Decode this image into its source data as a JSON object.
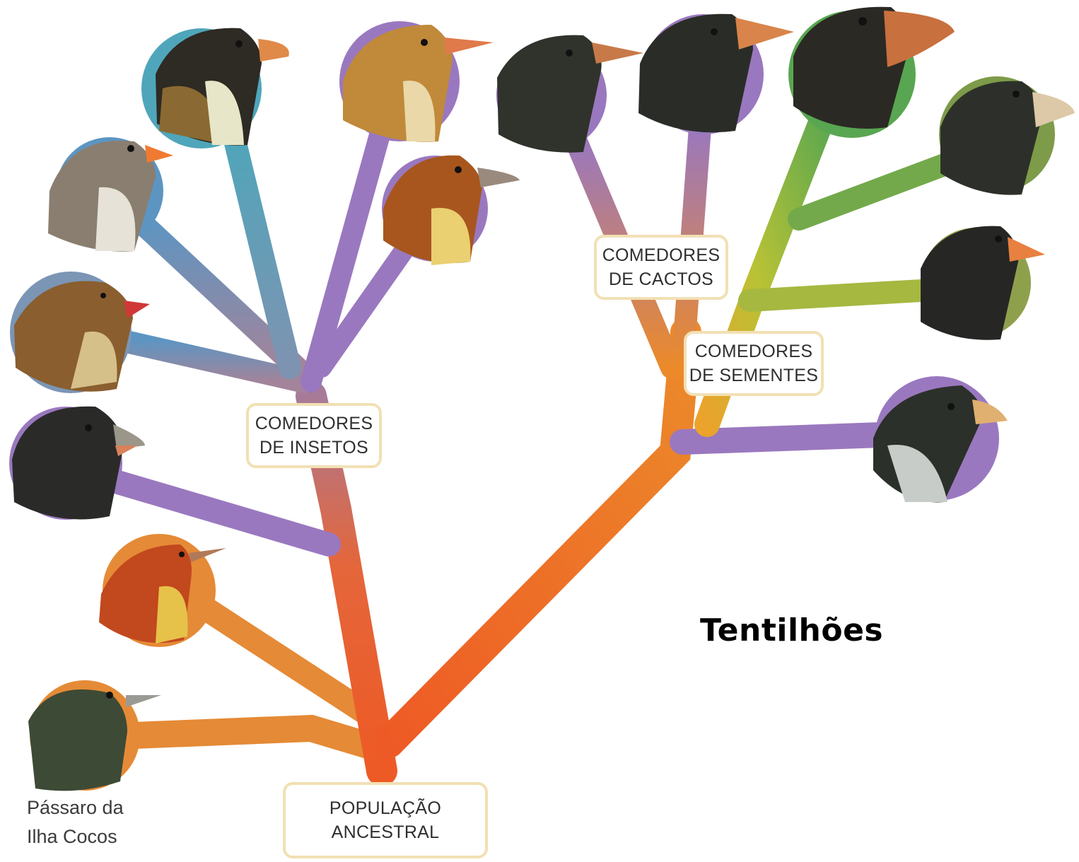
{
  "title": "Tentilhões",
  "labels": {
    "ancestral": [
      "POPULAÇÃO",
      "ANCESTRAL"
    ],
    "insetos": [
      "COMEDORES",
      "DE INSETOS"
    ],
    "cactos": [
      "COMEDORES",
      "DE CACTOS"
    ],
    "sementes": [
      "COMEDORES",
      "DE SEMENTES"
    ]
  },
  "caption": [
    "Pássaro da",
    "Ilha Cocos"
  ],
  "colors": {
    "root": "#ee5a25",
    "orange": "#e58a36",
    "purple": "#9a78bf",
    "blue": "#5c95c2",
    "teal": "#4fa6ba",
    "green": "#6aab4b",
    "olive": "#8aa350",
    "label_border": "#f2e0b4"
  }
}
